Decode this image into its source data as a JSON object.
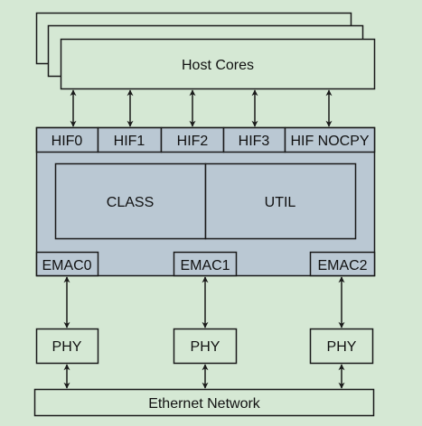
{
  "colors": {
    "background": "#d5e8d4",
    "block_fill": "#bac8d3",
    "box_fill": "#d5e8d4",
    "stroke": "#1a1a1a"
  },
  "host": {
    "label": "Host Cores"
  },
  "hif": {
    "ports": [
      "HIF0",
      "HIF1",
      "HIF2",
      "HIF3",
      "HIF NOCPY"
    ]
  },
  "engine": {
    "class_label": "CLASS",
    "util_label": "UTIL"
  },
  "emac": {
    "ports": [
      "EMAC0",
      "EMAC1",
      "EMAC2"
    ]
  },
  "phy": {
    "labels": [
      "PHY",
      "PHY",
      "PHY"
    ]
  },
  "network": {
    "label": "Ethernet Network"
  }
}
